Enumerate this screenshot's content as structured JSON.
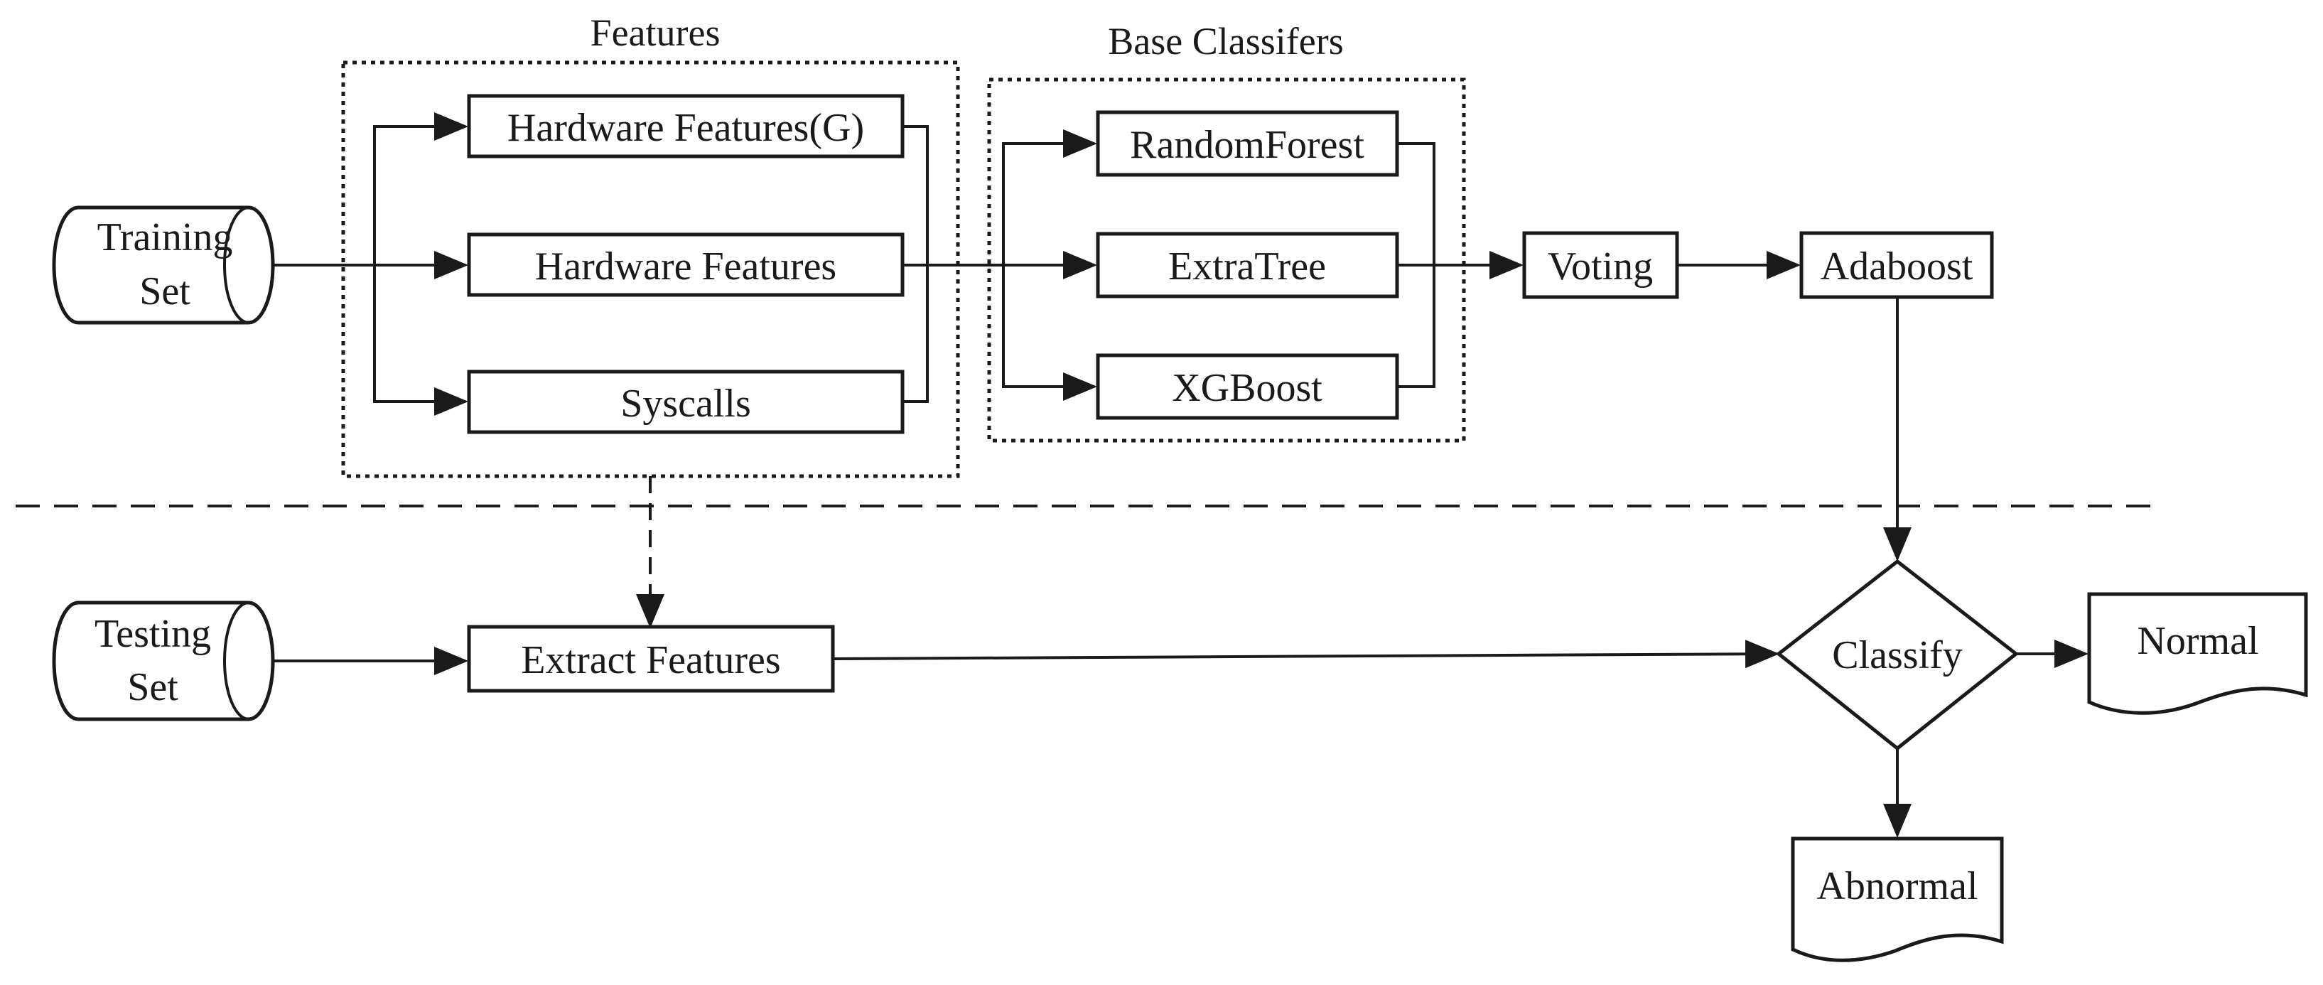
{
  "groups": {
    "features_title": "Features",
    "base_classifiers_title": "Base Classifers"
  },
  "nodes": {
    "training_set": [
      "Training",
      "Set"
    ],
    "testing_set": [
      "Testing",
      "Set"
    ],
    "hw_features_g": "Hardware Features(G)",
    "hw_features": "Hardware Features",
    "syscalls": "Syscalls",
    "random_forest": "RandomForest",
    "extra_tree": "ExtraTree",
    "xgboost": "XGBoost",
    "voting": "Voting",
    "adaboost": "Adaboost",
    "extract_features": "Extract Features",
    "classify": "Classify",
    "normal": "Normal",
    "abnormal": "Abnormal"
  }
}
